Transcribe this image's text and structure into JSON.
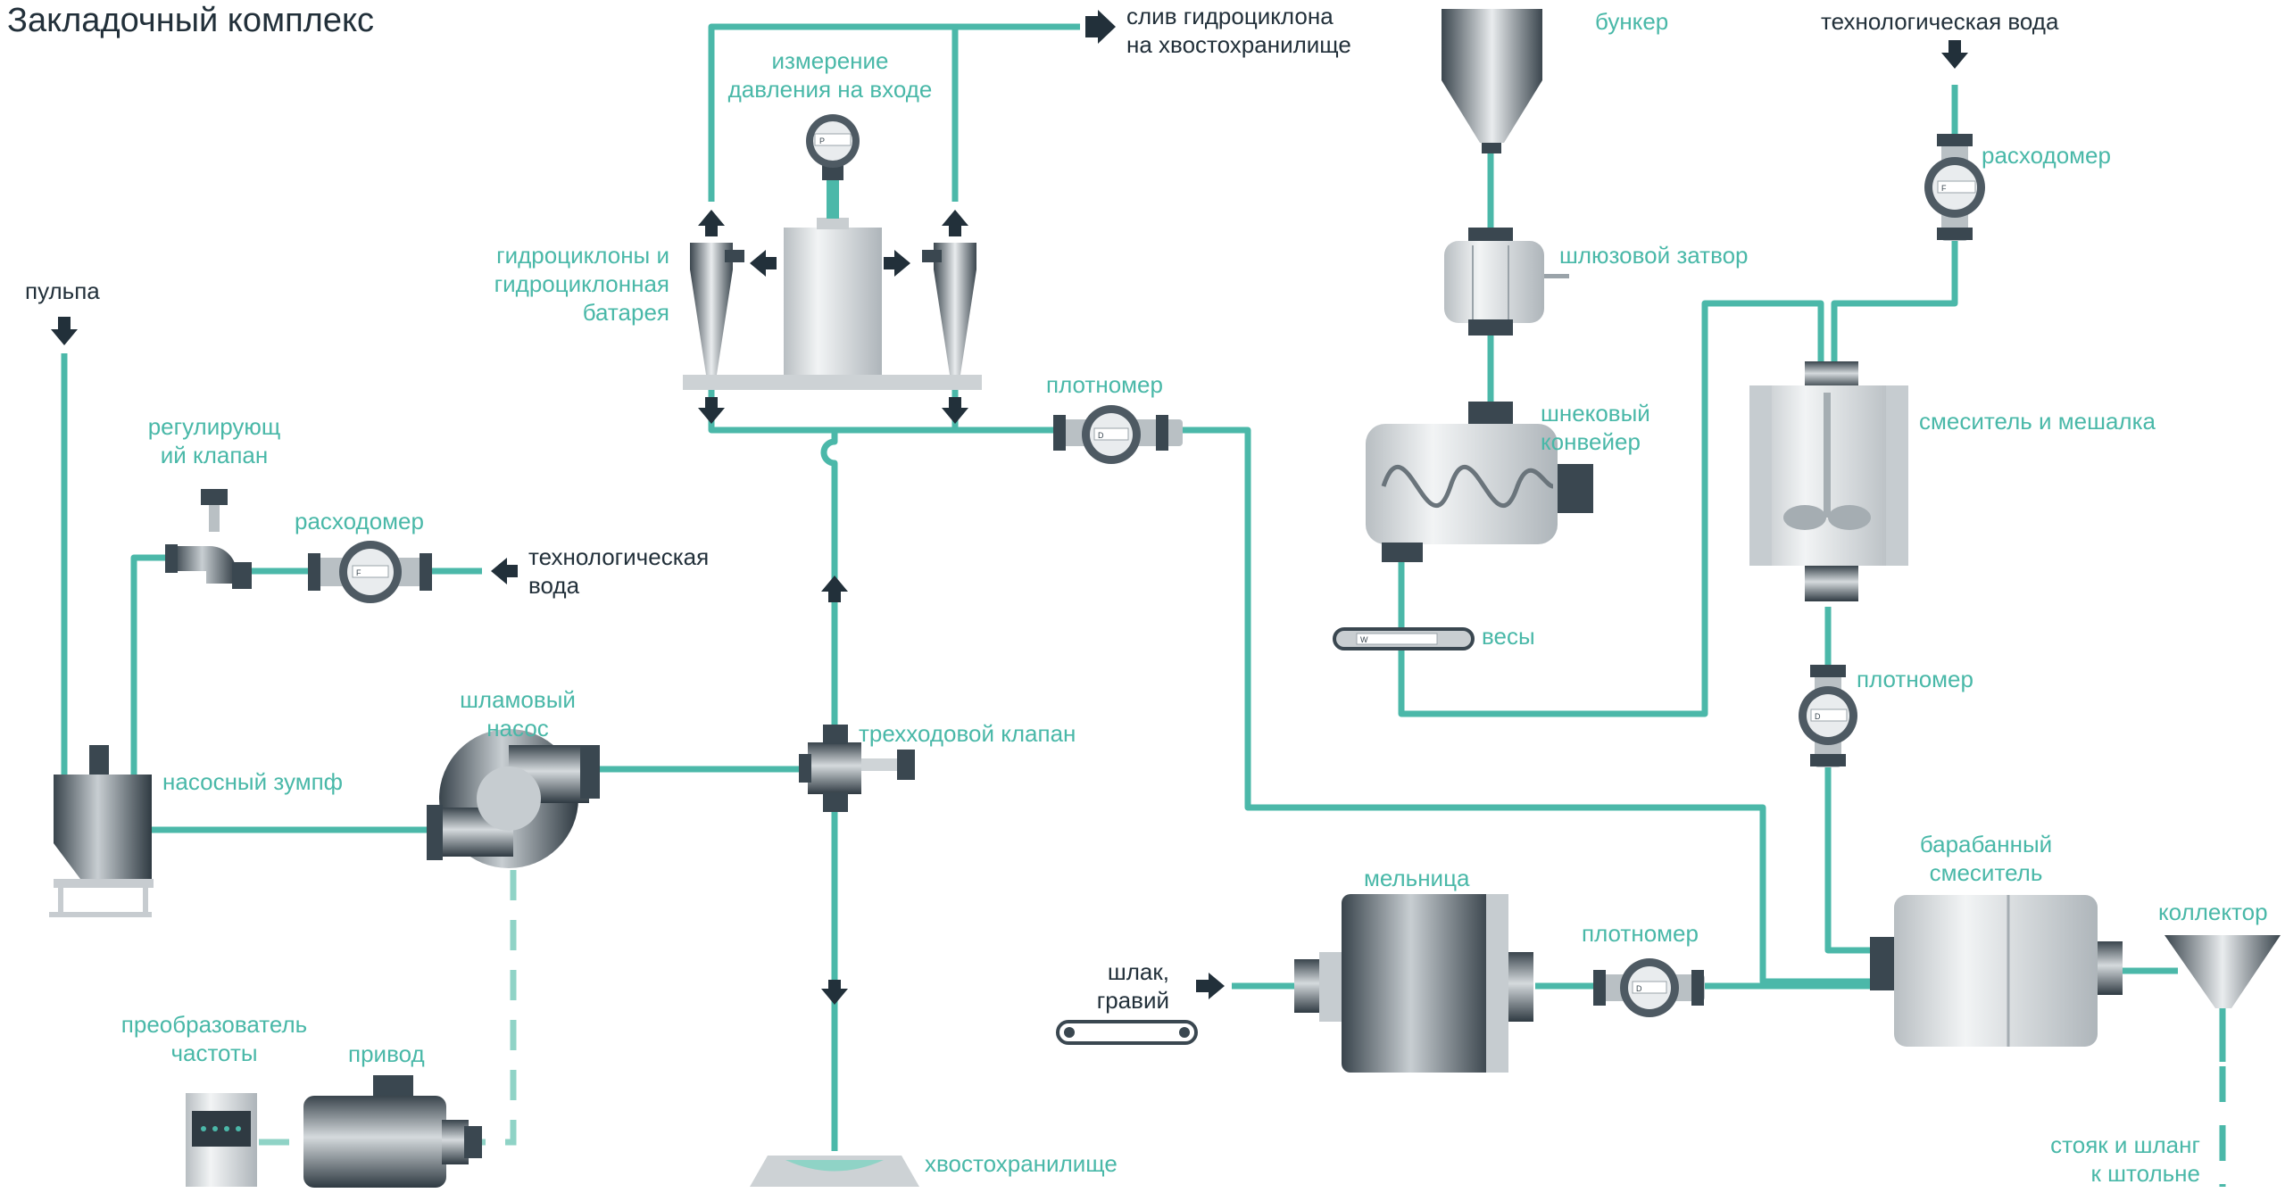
{
  "title": "Закладочный комплекс",
  "labels": {
    "outlet_hydrocyclone": "слив гидроциклона\nна хвостохранилище",
    "inlet_pressure": "измерение\nдавления на входе",
    "hydrocyclones": "гидроциклоны и\nгидроциклонная\nбатарея",
    "pulp": "пульпа",
    "control_valve": "регулирующ\nий клапан",
    "flowmeter_left": "расходомер",
    "process_water_left": "технологическая\nвода",
    "sump": "насосный зумпф",
    "slurry_pump": "шламовый\nнасос",
    "densitometer_top": "плотномер",
    "three_way_valve": "трехходовой клапан",
    "vfd": "преобразователь\nчастоты",
    "drive": "привод",
    "tailings": "хвостохранилище",
    "bunker": "бункер",
    "rotary_valve": "шлюзовой затвор",
    "screw_conveyor": "шнековый\nконвейер",
    "scales": "весы",
    "process_water_right": "технологическая вода",
    "flowmeter_right": "расходомер",
    "mixer": "смеситель и мешалка",
    "densitometer_right": "плотномер",
    "drum_mixer": "барабанный\nсмеситель",
    "collector": "коллектор",
    "mill": "мельница",
    "densitometer_mill": "плотномер",
    "slag": "шлак,\nгравий",
    "riser": "стояк и шланг\nк штольне"
  },
  "gauge_letters": {
    "pressure": "P",
    "flow": "F",
    "density": "D",
    "weight": "W"
  },
  "colors": {
    "pipe": "#4bb8a9",
    "label_teal": "#49b8a8",
    "label_dark": "#22303a",
    "arrow": "#22303a",
    "equipment_light": "#dfe2e4",
    "equipment_dark": "#3a4750"
  }
}
